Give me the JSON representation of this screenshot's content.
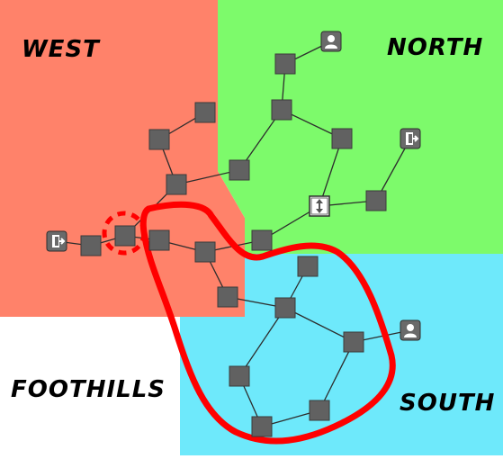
{
  "regions": {
    "west": {
      "label": "WEST",
      "color": "#ff826a"
    },
    "north": {
      "label": "NORTH",
      "color": "#7dfa6b"
    },
    "south": {
      "label": "SOUTH",
      "color": "#6ee9fb"
    },
    "foothills": {
      "label": "FOOTHILLS",
      "color": "#ffffff"
    }
  },
  "icons": {
    "entrance": "door-exit-icon",
    "player": "person-icon",
    "stairs": "up-down-arrows-icon"
  },
  "highlight_color": "#ff0000",
  "node_color": "#616161"
}
